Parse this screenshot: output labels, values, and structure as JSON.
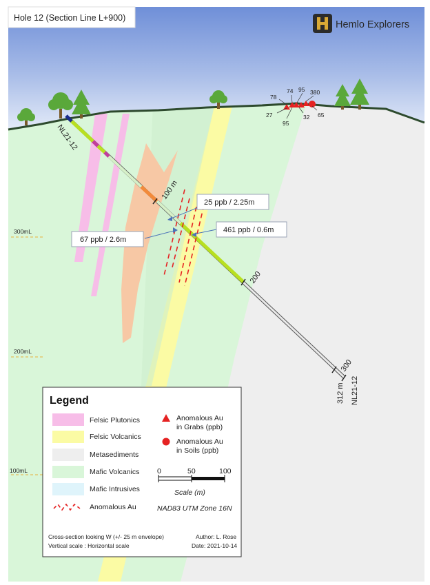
{
  "header": {
    "title": "Hole 12 (Section Line L+900)"
  },
  "logo": {
    "text": "Hemlo Explorers"
  },
  "levels": [
    "300mL",
    "200mL",
    "100mL"
  ],
  "drillhole": {
    "name": "NL21-12",
    "depth_labels": [
      "100 m",
      "200",
      "300"
    ],
    "end_depth": "312 m",
    "end_name": "NL21-12"
  },
  "callouts": [
    "25 ppb / 2.25m",
    "461 ppb / 0.6m",
    "67 ppb / 2.6m"
  ],
  "samples": {
    "grab_values": [
      "78",
      "74",
      "95",
      "380",
      "27",
      "95",
      "32",
      "65"
    ]
  },
  "legend": {
    "title": "Legend",
    "items": [
      {
        "label": "Felsic Plutonics",
        "color": "#f7bde8"
      },
      {
        "label": "Felsic Volcanics",
        "color": "#fbfba4"
      },
      {
        "label": "Metasediments",
        "color": "#eeeeee"
      },
      {
        "label": "Mafic Volcanics",
        "color": "#d9f6d9"
      },
      {
        "label": "Mafic Intrusives",
        "color": "#dff4fb"
      },
      {
        "label": "Anomalous Au",
        "color": "#e52222"
      }
    ],
    "grab_label_1": "Anomalous Au",
    "grab_label_2": "in Grabs (ppb)",
    "soil_label_1": "Anomalous Au",
    "soil_label_2": "in Soils (ppb)",
    "scale_ticks": [
      "0",
      "50",
      "100"
    ],
    "scale_title": "Scale (m)",
    "projection": "NAD83 UTM Zone 16N"
  },
  "footer": {
    "note1": "Cross-section looking W (+/- 25 m envelope)",
    "note2": "Vertical scale : Horizontal scale",
    "author": "Author: L. Rose",
    "date": "Date: 2021-10-14"
  }
}
